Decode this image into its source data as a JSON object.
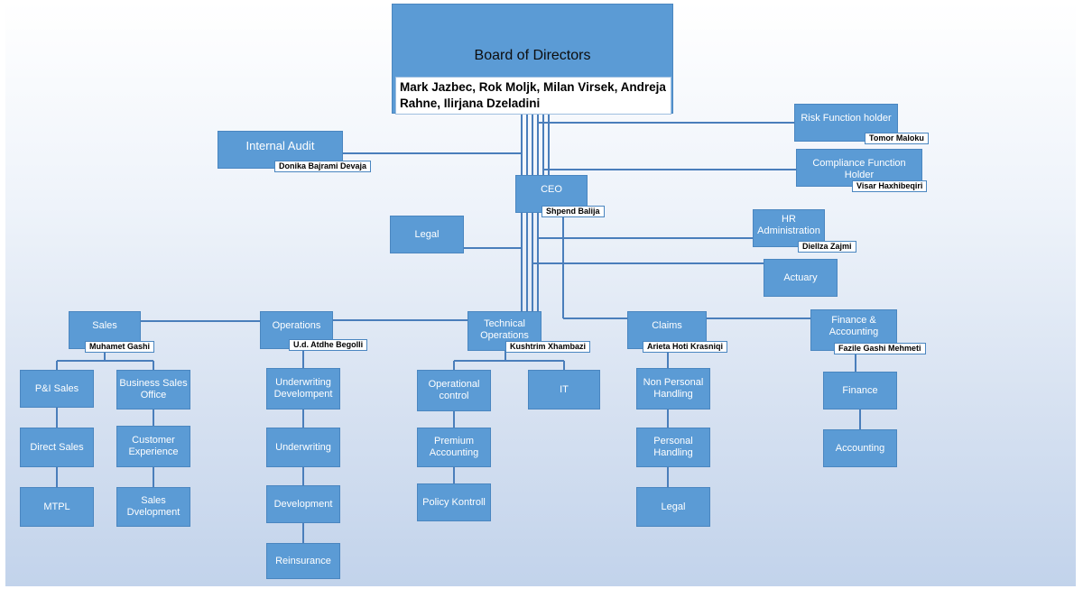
{
  "board": {
    "title": "Board of Directors",
    "members": "Mark Jazbec, Rok Moljk, Milan Virsek, Andreja Rahne, Ilirjana Dzeladini"
  },
  "internal_audit": {
    "title": "Internal Audit",
    "holder": "Donika Bajrami Devaja"
  },
  "risk": {
    "title": "Risk Function holder",
    "holder": "Tomor Maloku"
  },
  "compliance": {
    "title": "Compliance Function Holder",
    "holder": "Visar Haxhibeqiri"
  },
  "ceo": {
    "title": "CEO",
    "holder": "Shpend Balija"
  },
  "legal_top": {
    "title": "Legal"
  },
  "hr": {
    "title": "HR Administration",
    "holder": "Diellza Zajmi"
  },
  "actuary": {
    "title": "Actuary"
  },
  "sales": {
    "title": "Sales",
    "holder": "Muhamet Gashi",
    "children": {
      "pi_sales": "P&I Sales",
      "direct_sales": "Direct Sales",
      "mtpl": "MTPL",
      "business_sales": "Business Sales Office",
      "customer_experience": "Customer Experience",
      "sales_development": "Sales Dvelopment"
    }
  },
  "operations": {
    "title": "Operations",
    "holder": "U.d. Atdhe Begolli",
    "children": {
      "uw_development": "Underwriting Develompent",
      "underwriting": "Underwriting",
      "development": "Development",
      "reinsurance": "Reinsurance"
    }
  },
  "technical": {
    "title": "Technical Operations",
    "holder": "Kushtrim Xhambazi",
    "children": {
      "operational_control": "Operational control",
      "premium_accounting": "Premium Accounting",
      "policy_kontroll": "Policy Kontroll",
      "it": "IT"
    }
  },
  "claims": {
    "title": "Claims",
    "holder": "Arieta Hoti Krasniqi",
    "children": {
      "non_personal": "Non Personal Handling",
      "personal": "Personal Handling",
      "legal": "Legal"
    }
  },
  "finance": {
    "title": "Finance & Accounting",
    "holder": "Fazile Gashi Mehmeti",
    "children": {
      "finance": "Finance",
      "accounting": "Accounting"
    }
  }
}
